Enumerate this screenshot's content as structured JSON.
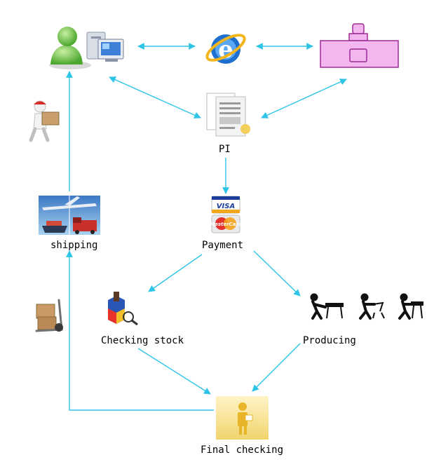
{
  "diagram": {
    "nodes": [
      {
        "id": "customer",
        "label": "",
        "icon": "user-computer-icon"
      },
      {
        "id": "internet",
        "label": "",
        "icon": "internet-explorer-icon"
      },
      {
        "id": "office",
        "label": "",
        "icon": "office-desk-icon"
      },
      {
        "id": "pi",
        "label": "PI",
        "icon": "documents-icon"
      },
      {
        "id": "payment",
        "label": "Payment",
        "icon": "credit-card-icon"
      },
      {
        "id": "shipping",
        "label": "shipping",
        "icon": "air-sea-road-freight-icon"
      },
      {
        "id": "delivery",
        "label": "",
        "icon": "delivery-person-icon"
      },
      {
        "id": "hand-truck",
        "label": "",
        "icon": "hand-truck-icon"
      },
      {
        "id": "checking-stock",
        "label": "Checking stock",
        "icon": "inspection-stamp-icon"
      },
      {
        "id": "producing",
        "label": "Producing",
        "icon": "workers-machines-icon"
      },
      {
        "id": "final-checking",
        "label": "Final checking",
        "icon": "inspector-icon"
      }
    ],
    "edges": [
      {
        "from": "customer",
        "to": "internet",
        "dir": "both"
      },
      {
        "from": "internet",
        "to": "office",
        "dir": "both"
      },
      {
        "from": "customer",
        "to": "pi",
        "dir": "both"
      },
      {
        "from": "office",
        "to": "pi",
        "dir": "both"
      },
      {
        "from": "pi",
        "to": "payment",
        "dir": "forward"
      },
      {
        "from": "payment",
        "to": "checking-stock",
        "dir": "forward"
      },
      {
        "from": "payment",
        "to": "producing",
        "dir": "forward"
      },
      {
        "from": "checking-stock",
        "to": "final-checking",
        "dir": "forward"
      },
      {
        "from": "producing",
        "to": "final-checking",
        "dir": "forward"
      },
      {
        "from": "final-checking",
        "to": "shipping",
        "dir": "forward"
      },
      {
        "from": "shipping",
        "to": "customer",
        "dir": "forward"
      }
    ],
    "colors": {
      "arrow": "#2ec4e8",
      "pink": "#f4b6ee",
      "pink_stroke": "#9b2b94",
      "gold": "#e8b52a",
      "green": "#6cc04a"
    }
  }
}
